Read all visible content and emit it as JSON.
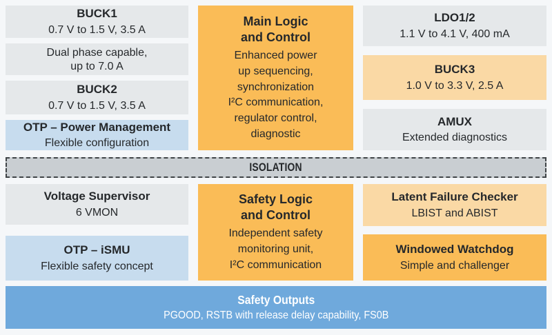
{
  "palette": {
    "background": "#F5F7F9",
    "gray": "#E5E8EA",
    "light_blue": "#C7DCEE",
    "orange": "#FABC57",
    "light_orange": "#FAD9A5",
    "blue": "#6FA9DC",
    "isolation_fill": "#C9CED2",
    "isolation_border": "#3E4346",
    "text": "#25282B",
    "text_on_blue": "#FFFFFF"
  },
  "top": {
    "left": [
      {
        "title": "BUCK1",
        "subtitle": "0.7 V to 1.5 V, 3.5 A"
      },
      {
        "subtitle": "Dual phase capable,\nup to 7.0 A"
      },
      {
        "title": "BUCK2",
        "subtitle": "0.7 V to 1.5 V, 3.5 A"
      },
      {
        "title": "OTP – Power Management",
        "subtitle": "Flexible configuration"
      }
    ],
    "middle": {
      "title": "Main Logic\nand Control",
      "body": "Enhanced power\nup sequencing,\nsynchronization\nI²C communication,\nregulator control,\ndiagnostic"
    },
    "right": [
      {
        "title": "LDO1/2",
        "subtitle": "1.1 V to 4.1 V, 400 mA"
      },
      {
        "title": "BUCK3",
        "subtitle": "1.0 V to 3.3 V, 2.5 A"
      },
      {
        "title": "AMUX",
        "subtitle": "Extended diagnostics"
      }
    ]
  },
  "isolation": {
    "label": "ISOLATION"
  },
  "bottom": {
    "left": [
      {
        "title": "Voltage Supervisor",
        "subtitle": "6 VMON"
      },
      {
        "title": "OTP – iSMU",
        "subtitle": "Flexible safety concept"
      }
    ],
    "middle": {
      "title": "Safety Logic\nand Control",
      "body": "Independent safety\nmonitoring unit,\nI²C communication"
    },
    "right": [
      {
        "title": "Latent Failure Checker",
        "subtitle": "LBIST and ABIST"
      },
      {
        "title": "Windowed Watchdog",
        "subtitle": "Simple and challenger"
      }
    ]
  },
  "footer": {
    "title": "Safety Outputs",
    "subtitle": "PGOOD, RSTB with release delay capability, FS0B"
  }
}
